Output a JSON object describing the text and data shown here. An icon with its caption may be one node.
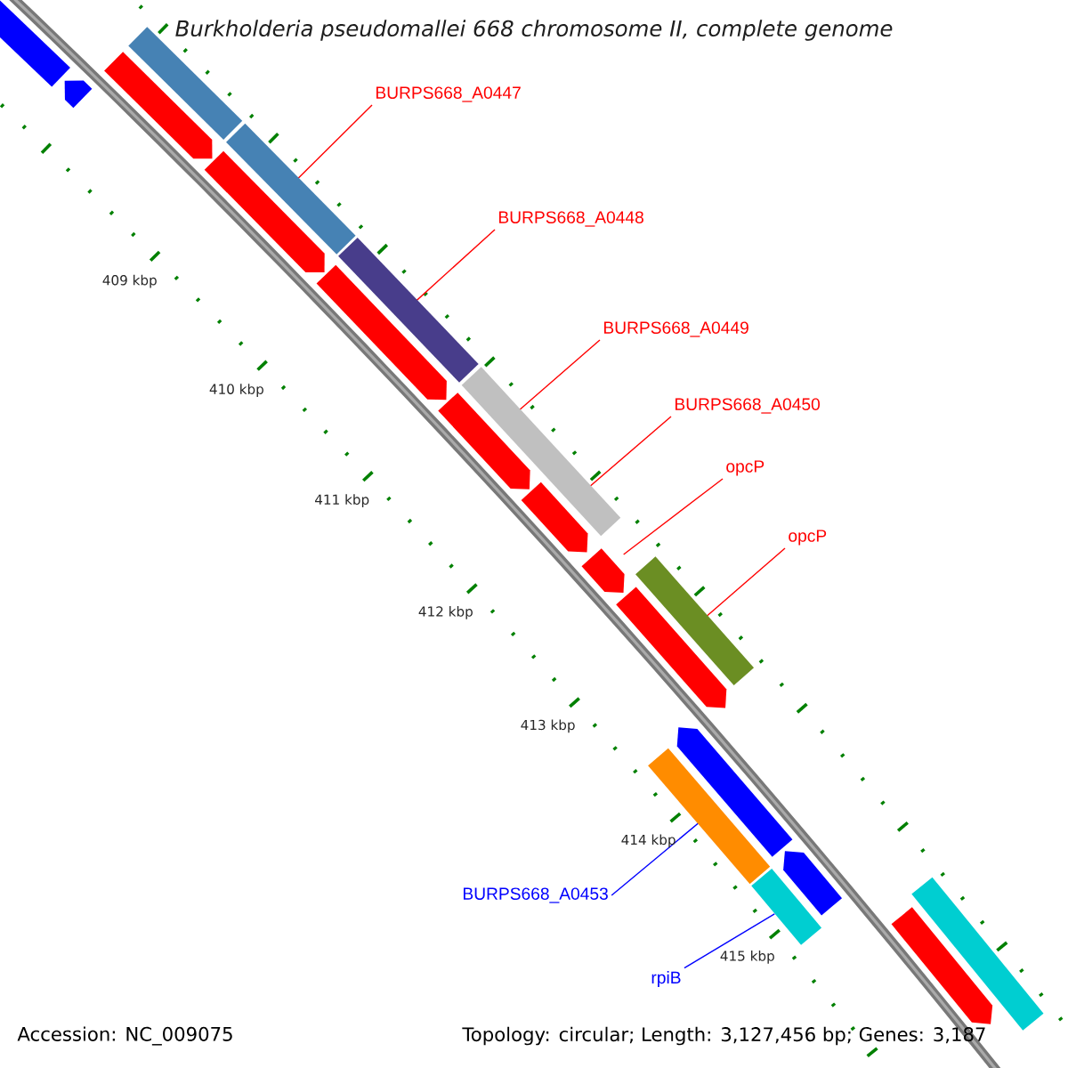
{
  "diagram": {
    "title": "Burkholderia pseudomallei 668 chromosome II, complete genome",
    "nodes": [
      {
        "text": [
          "BURPS668_A0447"
        ]
      },
      {
        "text": [
          "BURPS668_A0448"
        ]
      },
      {
        "text": [
          "BURPS668_A0449"
        ]
      },
      {
        "text": [
          "BURPS668_A0450"
        ]
      },
      {
        "text": [
          "opcP"
        ]
      },
      {
        "text": [
          "opcP"
        ]
      },
      {
        "text": [
          "BURPS668_A0453"
        ]
      },
      {
        "text": [
          "rpiB"
        ]
      },
      {
        "text": [],
        "shape": "arrow"
      },
      {
        "text": [],
        "shape": "arrow"
      },
      {
        "text": [],
        "shape": "arrow"
      },
      {
        "text": [],
        "shape": "bar"
      },
      {
        "text": [],
        "shape": "arrow"
      },
      {
        "text": [],
        "shape": "bar"
      },
      {
        "text": [],
        "shape": "bar"
      },
      {
        "text": [],
        "shape": "arrow"
      },
      {
        "text": [],
        "shape": "bar"
      },
      {
        "text": [],
        "shape": "arrow"
      },
      {
        "text": [],
        "shape": "arrow"
      },
      {
        "text": [],
        "shape": "arrow"
      },
      {
        "text": [],
        "shape": "bar"
      },
      {
        "text": [],
        "shape": "arrow"
      },
      {
        "text": [],
        "shape": "bar"
      },
      {
        "text": [],
        "shape": "arrow"
      },
      {
        "text": [],
        "shape": "arrow"
      },
      {
        "text": [],
        "shape": "bar"
      },
      {
        "text": [],
        "shape": "arrow"
      },
      {
        "text": [],
        "shape": "bar"
      }
    ],
    "edges": [
      {
        "from": 0,
        "to": 12,
        "arrow": "none"
      },
      {
        "from": 1,
        "to": 15,
        "arrow": "none"
      },
      {
        "from": 2,
        "to": 17,
        "arrow": "none"
      },
      {
        "from": 3,
        "to": 18,
        "arrow": "none"
      },
      {
        "from": 4,
        "to": 19,
        "arrow": "none"
      },
      {
        "from": 5,
        "to": 21,
        "arrow": "none"
      },
      {
        "from": 6,
        "to": 23,
        "arrow": "none",
        "color": "#0000ff"
      },
      {
        "from": 7,
        "to": 25,
        "arrow": "none",
        "color": "#0000ff"
      }
    ],
    "labels": [
      "409 kbp",
      "410 kbp",
      "411 kbp",
      "412 kbp",
      "413 kbp",
      "414 kbp",
      "415 kbp",
      "Accession: NC_009075",
      "Topology: circular; Length: 3,127,456 bp; Genes: 3,187"
    ]
  }
}
